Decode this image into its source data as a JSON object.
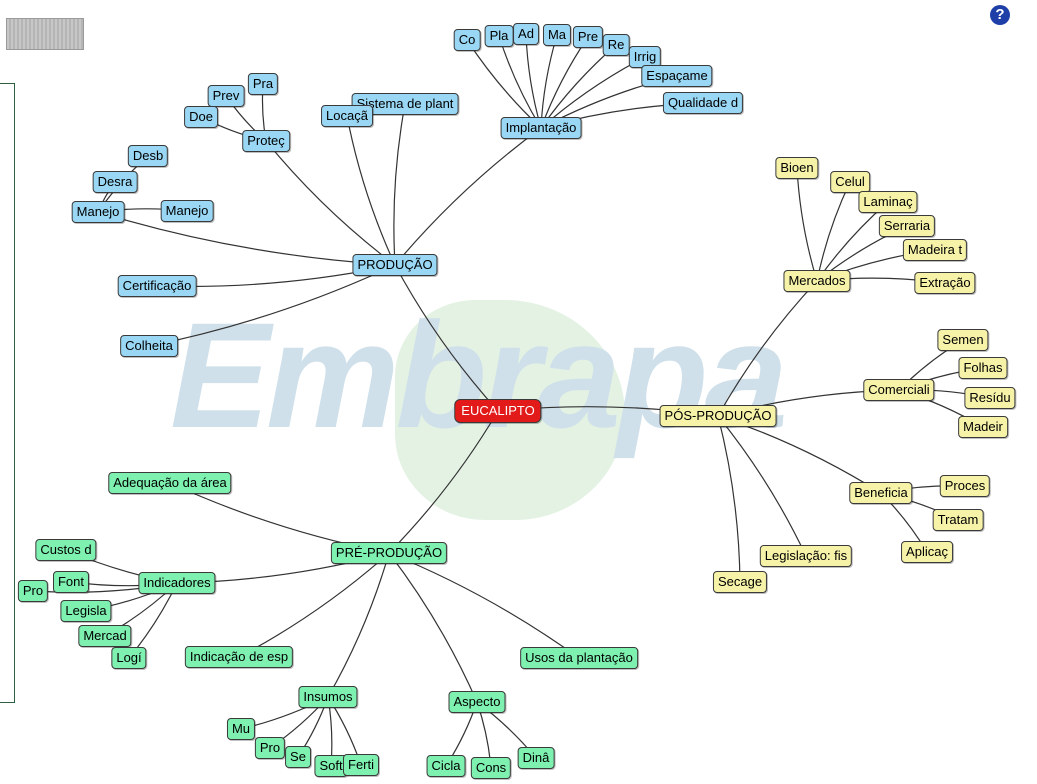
{
  "help": {
    "label": "?"
  },
  "watermark": {
    "text": "Embrapa"
  },
  "colors": {
    "producao": "#99d7f4",
    "pos_producao": "#f6f3a9",
    "pre_producao": "#7ef0b0",
    "root": "#e21a1a"
  },
  "nodes": [
    {
      "id": "root",
      "label": "EUCALIPTO",
      "group": "root"
    },
    {
      "id": "producao",
      "label": "PRODUÇÃO",
      "group": "producao"
    },
    {
      "id": "implantacao",
      "label": "Implantação",
      "group": "producao"
    },
    {
      "id": "co",
      "label": "Co",
      "group": "producao"
    },
    {
      "id": "pla",
      "label": "Pla",
      "group": "producao"
    },
    {
      "id": "ad",
      "label": "Ad",
      "group": "producao"
    },
    {
      "id": "ma",
      "label": "Ma",
      "group": "producao"
    },
    {
      "id": "pre",
      "label": "Pre",
      "group": "producao"
    },
    {
      "id": "re",
      "label": "Re",
      "group": "producao"
    },
    {
      "id": "irrig",
      "label": "Irrig",
      "group": "producao"
    },
    {
      "id": "espacame",
      "label": "Espaçame",
      "group": "producao"
    },
    {
      "id": "qualidade",
      "label": "Qualidade d",
      "group": "producao"
    },
    {
      "id": "sistema",
      "label": "Sistema de plant",
      "group": "producao"
    },
    {
      "id": "locaca",
      "label": "Locaçã",
      "group": "producao"
    },
    {
      "id": "proteq",
      "label": "Proteç",
      "group": "producao"
    },
    {
      "id": "pra",
      "label": "Pra",
      "group": "producao"
    },
    {
      "id": "prev",
      "label": "Prev",
      "group": "producao"
    },
    {
      "id": "doe",
      "label": "Doe",
      "group": "producao"
    },
    {
      "id": "manejo",
      "label": "Manejo",
      "group": "producao"
    },
    {
      "id": "desb",
      "label": "Desb",
      "group": "producao"
    },
    {
      "id": "desra",
      "label": "Desra",
      "group": "producao"
    },
    {
      "id": "manejo2",
      "label": "Manejo",
      "group": "producao"
    },
    {
      "id": "certificacao",
      "label": "Certificação",
      "group": "producao"
    },
    {
      "id": "colheita",
      "label": "Colheita",
      "group": "producao"
    },
    {
      "id": "pos",
      "label": "PÓS-PRODUÇÃO",
      "group": "pos_producao"
    },
    {
      "id": "mercados",
      "label": "Mercados",
      "group": "pos_producao"
    },
    {
      "id": "bioen",
      "label": "Bioen",
      "group": "pos_producao"
    },
    {
      "id": "celul",
      "label": "Celul",
      "group": "pos_producao"
    },
    {
      "id": "laminac",
      "label": "Laminaç",
      "group": "pos_producao"
    },
    {
      "id": "serraria",
      "label": "Serraria",
      "group": "pos_producao"
    },
    {
      "id": "madeirat",
      "label": "Madeira t",
      "group": "pos_producao"
    },
    {
      "id": "extracao",
      "label": "Extração",
      "group": "pos_producao"
    },
    {
      "id": "comerciali",
      "label": "Comerciali",
      "group": "pos_producao"
    },
    {
      "id": "semen",
      "label": "Semen",
      "group": "pos_producao"
    },
    {
      "id": "folhas",
      "label": "Folhas",
      "group": "pos_producao"
    },
    {
      "id": "residu",
      "label": "Resídu",
      "group": "pos_producao"
    },
    {
      "id": "madeir",
      "label": "Madeir",
      "group": "pos_producao"
    },
    {
      "id": "beneficia",
      "label": "Beneficia",
      "group": "pos_producao"
    },
    {
      "id": "proces",
      "label": "Proces",
      "group": "pos_producao"
    },
    {
      "id": "tratam",
      "label": "Tratam",
      "group": "pos_producao"
    },
    {
      "id": "aplicac",
      "label": "Aplicaç",
      "group": "pos_producao"
    },
    {
      "id": "legislacao",
      "label": "Legislação: fis",
      "group": "pos_producao"
    },
    {
      "id": "secage",
      "label": "Secage",
      "group": "pos_producao"
    },
    {
      "id": "preprod",
      "label": "PRÉ-PRODUÇÃO",
      "group": "pre_producao"
    },
    {
      "id": "adequacao",
      "label": "Adequação da área",
      "group": "pre_producao"
    },
    {
      "id": "indicadores",
      "label": "Indicadores",
      "group": "pre_producao"
    },
    {
      "id": "custos",
      "label": "Custos d",
      "group": "pre_producao"
    },
    {
      "id": "pro",
      "label": "Pro",
      "group": "pre_producao"
    },
    {
      "id": "font",
      "label": "Font",
      "group": "pre_producao"
    },
    {
      "id": "legisla",
      "label": "Legisla",
      "group": "pre_producao"
    },
    {
      "id": "mercad",
      "label": "Mercad",
      "group": "pre_producao"
    },
    {
      "id": "logi",
      "label": "Logí",
      "group": "pre_producao"
    },
    {
      "id": "indicacao",
      "label": "Indicação de esp",
      "group": "pre_producao"
    },
    {
      "id": "insumos",
      "label": "Insumos",
      "group": "pre_producao"
    },
    {
      "id": "mu",
      "label": "Mu",
      "group": "pre_producao"
    },
    {
      "id": "pro2",
      "label": "Pro",
      "group": "pre_producao"
    },
    {
      "id": "se",
      "label": "Se",
      "group": "pre_producao"
    },
    {
      "id": "soft",
      "label": "Soft",
      "group": "pre_producao"
    },
    {
      "id": "ferti",
      "label": "Ferti",
      "group": "pre_producao"
    },
    {
      "id": "aspecto",
      "label": "Aspecto",
      "group": "pre_producao"
    },
    {
      "id": "cicla",
      "label": "Cicla",
      "group": "pre_producao"
    },
    {
      "id": "cons",
      "label": "Cons",
      "group": "pre_producao"
    },
    {
      "id": "dina",
      "label": "Dinâ",
      "group": "pre_producao"
    },
    {
      "id": "usos",
      "label": "Usos da plantação",
      "group": "pre_producao"
    }
  ],
  "edges": [
    [
      "root",
      "producao"
    ],
    [
      "root",
      "pos"
    ],
    [
      "root",
      "preprod"
    ],
    [
      "producao",
      "implantacao"
    ],
    [
      "producao",
      "sistema"
    ],
    [
      "producao",
      "locaca"
    ],
    [
      "producao",
      "proteq"
    ],
    [
      "producao",
      "manejo2"
    ],
    [
      "producao",
      "certificacao"
    ],
    [
      "producao",
      "colheita"
    ],
    [
      "implantacao",
      "co"
    ],
    [
      "implantacao",
      "pla"
    ],
    [
      "implantacao",
      "ad"
    ],
    [
      "implantacao",
      "ma"
    ],
    [
      "implantacao",
      "pre"
    ],
    [
      "implantacao",
      "re"
    ],
    [
      "implantacao",
      "irrig"
    ],
    [
      "implantacao",
      "espacame"
    ],
    [
      "implantacao",
      "qualidade"
    ],
    [
      "proteq",
      "pra"
    ],
    [
      "proteq",
      "prev"
    ],
    [
      "proteq",
      "doe"
    ],
    [
      "manejo2",
      "desb"
    ],
    [
      "manejo2",
      "desra"
    ],
    [
      "manejo2",
      "manejo"
    ],
    [
      "pos",
      "mercados"
    ],
    [
      "pos",
      "comerciali"
    ],
    [
      "pos",
      "beneficia"
    ],
    [
      "pos",
      "legislacao"
    ],
    [
      "pos",
      "secage"
    ],
    [
      "mercados",
      "bioen"
    ],
    [
      "mercados",
      "celul"
    ],
    [
      "mercados",
      "laminac"
    ],
    [
      "mercados",
      "serraria"
    ],
    [
      "mercados",
      "madeirat"
    ],
    [
      "mercados",
      "extracao"
    ],
    [
      "comerciali",
      "semen"
    ],
    [
      "comerciali",
      "folhas"
    ],
    [
      "comerciali",
      "residu"
    ],
    [
      "comerciali",
      "madeir"
    ],
    [
      "beneficia",
      "proces"
    ],
    [
      "beneficia",
      "tratam"
    ],
    [
      "beneficia",
      "aplicac"
    ],
    [
      "preprod",
      "adequacao"
    ],
    [
      "preprod",
      "indicadores"
    ],
    [
      "preprod",
      "indicacao"
    ],
    [
      "preprod",
      "insumos"
    ],
    [
      "preprod",
      "aspecto"
    ],
    [
      "preprod",
      "usos"
    ],
    [
      "indicadores",
      "custos"
    ],
    [
      "indicadores",
      "pro"
    ],
    [
      "indicadores",
      "font"
    ],
    [
      "indicadores",
      "legisla"
    ],
    [
      "indicadores",
      "mercad"
    ],
    [
      "indicadores",
      "logi"
    ],
    [
      "insumos",
      "mu"
    ],
    [
      "insumos",
      "pro2"
    ],
    [
      "insumos",
      "se"
    ],
    [
      "insumos",
      "soft"
    ],
    [
      "insumos",
      "ferti"
    ],
    [
      "aspecto",
      "cicla"
    ],
    [
      "aspecto",
      "cons"
    ],
    [
      "aspecto",
      "dina"
    ]
  ]
}
